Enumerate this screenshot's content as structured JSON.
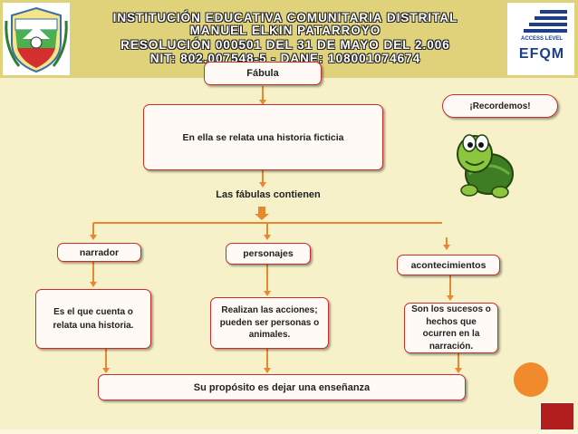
{
  "header": {
    "line1": "INSTITUCIÓN EDUCATIVA COMUNITARIA DISTRITAL",
    "line2": "MANUEL ELKIN PATARROYO",
    "line3": "RESOLUCIÓN  000501 DEL 31 DE MAYO DEL 2.006",
    "line4": "NIT: 802.007548-5     -     DANE: 108001074674"
  },
  "logos": {
    "right_top": "ACCESS LEVEL",
    "right_main": "EFQM"
  },
  "diagram": {
    "root": "Fábula",
    "definition": "En ella se relata una historia ficticia",
    "contains": "Las fábulas contienen",
    "branches": [
      {
        "title": "narrador",
        "desc": "Es el que cuenta o relata una historia."
      },
      {
        "title": "personajes",
        "desc": "Realizan las acciones; pueden ser personas o animales."
      },
      {
        "title": "acontecimientos",
        "desc": "Son los sucesos o hechos que ocurren en la narración."
      }
    ],
    "purpose": "Su propósito es dejar una enseñanza"
  },
  "callout": "¡Recordemos!",
  "colors": {
    "header_bg": "#dfd27a",
    "page_bg": "#f6f1c8",
    "node_border": "#c9302c",
    "connector": "#e8882e",
    "orange_circle": "#f08a2c"
  }
}
